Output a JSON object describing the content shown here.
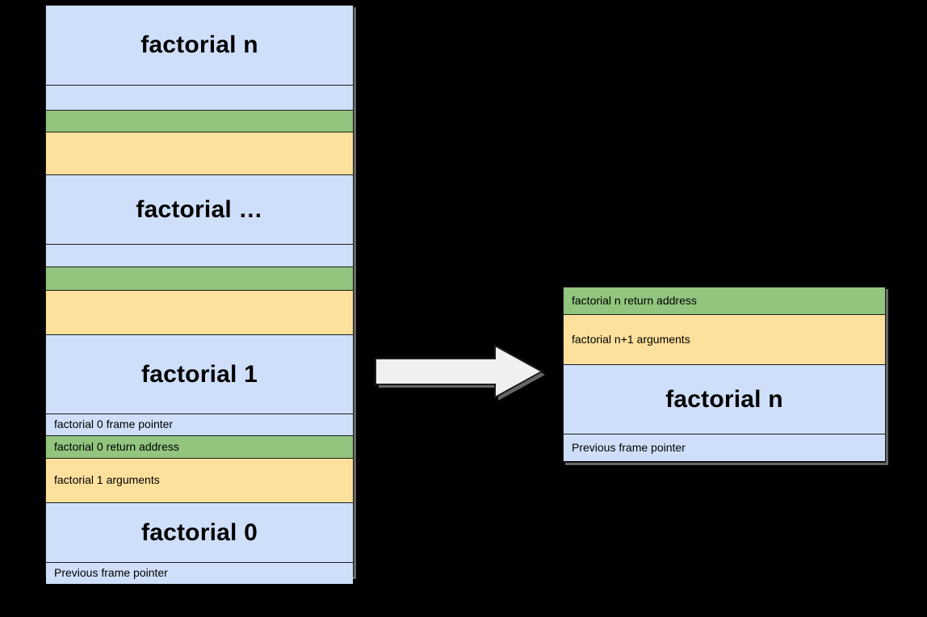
{
  "diagram": {
    "title": "Recursive factorial call stack and a single stack frame",
    "background_color": "#000000",
    "colors": {
      "frame_blue": "#cfdff9",
      "return_address_green": "#92c57e",
      "arguments_yellow": "#fde09c",
      "border": "#1c1c1c",
      "arrow_fill": "#f0f0f0",
      "arrow_border": "#1c1c1c"
    }
  },
  "left_stack": {
    "name": "call-stack",
    "rows": [
      {
        "label": "factorial n",
        "style": "title",
        "color": "blue",
        "height": 99
      },
      {
        "label": "",
        "style": "empty",
        "color": "blue",
        "height": 31
      },
      {
        "label": "",
        "style": "empty",
        "color": "green",
        "height": 27
      },
      {
        "label": "",
        "style": "empty",
        "color": "yellow",
        "height": 53
      },
      {
        "label": "factorial …",
        "style": "title",
        "color": "blue",
        "height": 86
      },
      {
        "label": "",
        "style": "empty",
        "color": "blue",
        "height": 28
      },
      {
        "label": "",
        "style": "empty",
        "color": "green",
        "height": 29
      },
      {
        "label": "",
        "style": "empty",
        "color": "yellow",
        "height": 55
      },
      {
        "label": "factorial 1",
        "style": "title",
        "color": "blue",
        "height": 98
      },
      {
        "label": "factorial 0 frame pointer",
        "style": "small",
        "color": "blue",
        "height": 27
      },
      {
        "label": "factorial 0 return address",
        "style": "small",
        "color": "green",
        "height": 28
      },
      {
        "label": "factorial 1 arguments",
        "style": "small",
        "color": "yellow",
        "height": 55
      },
      {
        "label": "factorial 0",
        "style": "title",
        "color": "blue",
        "height": 74
      },
      {
        "label": "Previous frame pointer",
        "style": "small",
        "color": "blue",
        "height": 26
      }
    ]
  },
  "right_stack": {
    "name": "single-stack-frame",
    "rows": [
      {
        "label": "factorial n return address",
        "style": "small",
        "color": "green",
        "height": 34
      },
      {
        "label": "factorial n+1 arguments",
        "style": "small",
        "color": "yellow",
        "height": 62
      },
      {
        "label": "factorial n",
        "style": "title",
        "color": "blue",
        "height": 86
      },
      {
        "label": "Previous frame pointer",
        "style": "small",
        "color": "blue",
        "height": 33
      }
    ]
  },
  "arrow": {
    "icon": "right-block-arrow",
    "direction": "right",
    "label": ""
  }
}
